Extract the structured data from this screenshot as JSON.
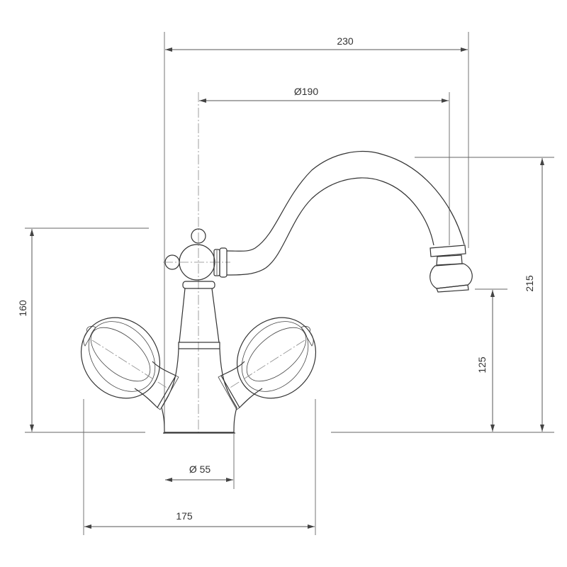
{
  "dimensions": {
    "overall_reach": "230",
    "spout_swing_diameter": "Ø190",
    "total_height": "215",
    "spout_outlet_height": "125",
    "handle_height": "160",
    "base_diameter": "Ø 55",
    "handle_span": "175"
  },
  "colors": {
    "line": "#333333",
    "dimension": "#555555"
  }
}
